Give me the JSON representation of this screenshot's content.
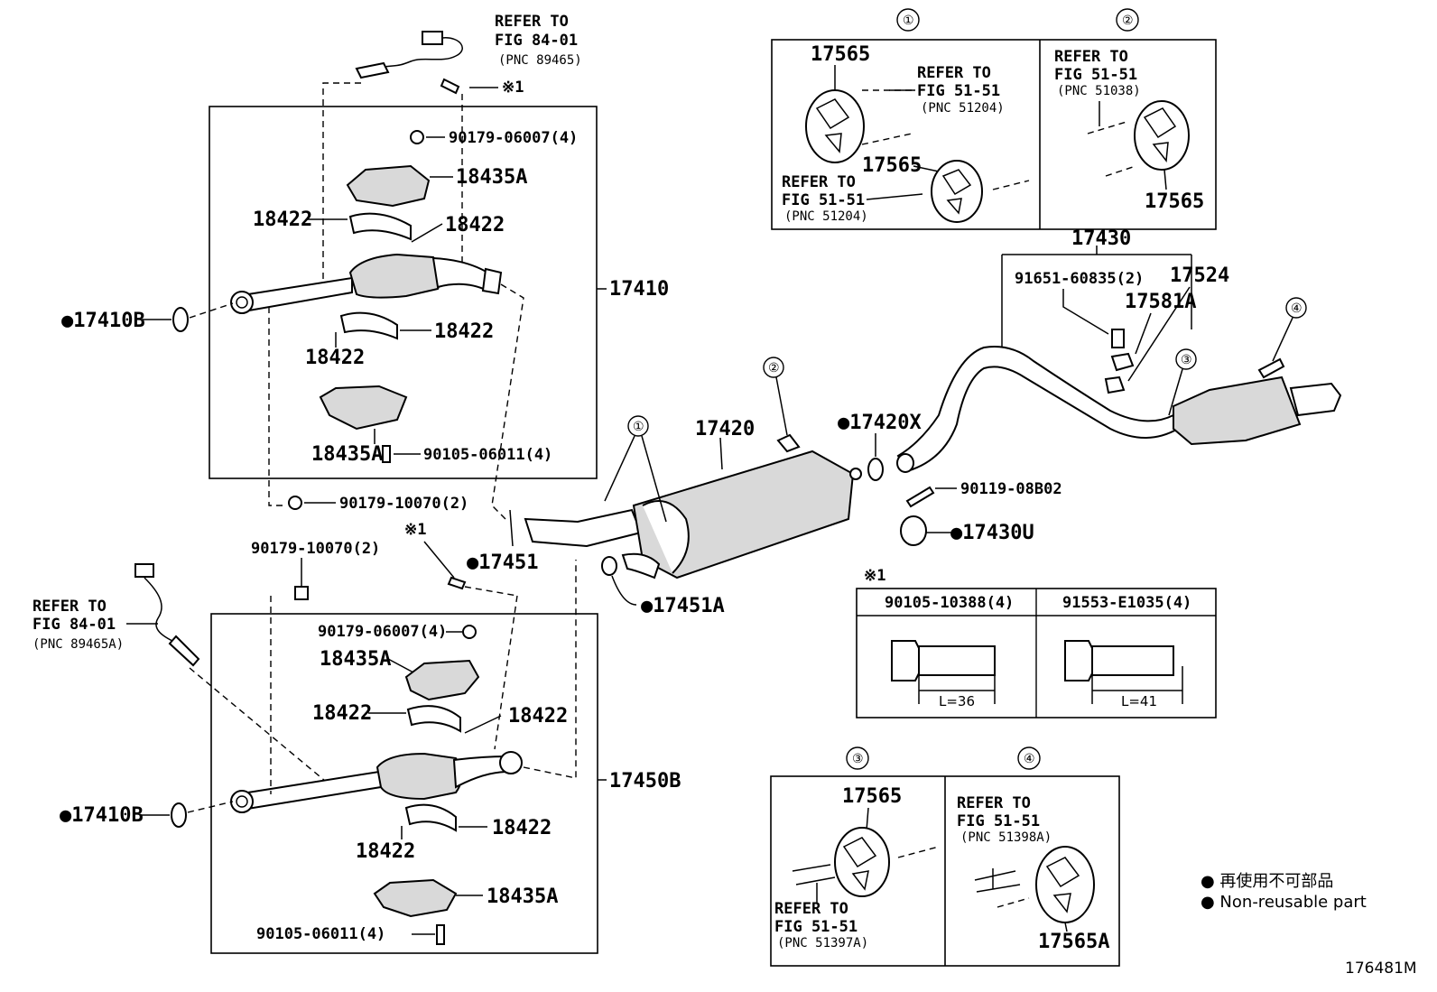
{
  "refer_fig_84_01": "REFER TO\nFIG 84-01",
  "top_sensor": {
    "refer": "REFER TO",
    "fig": "FIG 84-01",
    "pnc": "(PNC 89465)"
  },
  "bottom_sensor": {
    "refer": "REFER TO",
    "fig": "FIG 84-01",
    "pnc": "(PNC 89465A)"
  },
  "mark_1": "※1",
  "upper_box": {
    "assembly": "17410",
    "nut_top": "90179-06007(4)",
    "heat_insulator_top": "18435A",
    "clamp_left_top": "18422",
    "clamp_right_top": "18422",
    "clamp_right_bottom": "18422",
    "clamp_left_bottom": "18422",
    "heat_insulator_bottom": "18435A",
    "bolt_bottom": "90105-06011(4)"
  },
  "gasket_upper": "●17410B",
  "nut_mid": "90179-10070(2)",
  "nut_lower_top": "90179-10070(2)",
  "lower_box": {
    "assembly": "17450B",
    "nut_top": "90179-06007(4)",
    "heat_insulator_top": "18435A",
    "clamp_left_top": "18422",
    "clamp_right_top": "18422",
    "clamp_right_bottom": "18422",
    "clamp_left_bottom": "18422",
    "heat_insulator_bottom": "18435A",
    "bolt_bottom": "90105-06011(4)"
  },
  "gasket_lower": "●17410B",
  "gasket_17451": "●17451",
  "gasket_17451a": "●17451A",
  "center_pipe": "17420",
  "gasket_17420x": "●17420X",
  "bolt_90119": "90119-08B02",
  "clamp_17430u": "●17430U",
  "tail_pipe": "17430",
  "bolt_91651": "91651-60835(2)",
  "part_17524": "17524",
  "part_17581a": "17581A",
  "callouts": [
    "①",
    "②",
    "③",
    "④"
  ],
  "detail_1": {
    "circle": "①",
    "part_a": "17565",
    "refer_a": "REFER TO",
    "fig_a": "FIG 51-51",
    "pnc_a": "(PNC 51204)",
    "part_b": "17565",
    "refer_b": "REFER TO",
    "fig_b": "FIG 51-51",
    "pnc_b": "(PNC 51204)"
  },
  "detail_2": {
    "circle": "②",
    "refer": "REFER TO",
    "fig": "FIG 51-51",
    "pnc": "(PNC 51038)",
    "part": "17565"
  },
  "detail_3": {
    "circle": "③",
    "part": "17565",
    "refer": "REFER TO",
    "fig": "FIG 51-51",
    "pnc": "(PNC 51397A)"
  },
  "detail_4": {
    "circle": "④",
    "refer": "REFER TO",
    "fig": "FIG 51-51",
    "pnc": "(PNC 51398A)",
    "part": "17565A"
  },
  "bolt_table": {
    "mark": "※1",
    "col1": "90105-10388(4)",
    "col2": "91553-E1035(4)",
    "len1": "L=36",
    "len2": "L=41"
  },
  "legend": {
    "jp": "● 再使用不可部品",
    "en": "● Non-reusable part"
  },
  "figure_code": "176481M"
}
